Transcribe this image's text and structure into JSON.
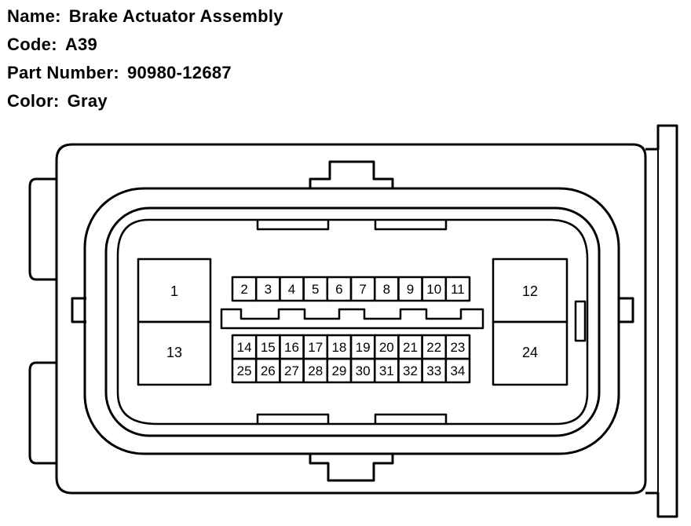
{
  "info": {
    "name_label": "Name:",
    "name_value": "Brake Actuator Assembly",
    "code_label": "Code:",
    "code_value": "A39",
    "part_label": "Part Number:",
    "part_value": "90980-12687",
    "color_label": "Color:",
    "color_value": "Gray"
  },
  "pins": {
    "large": [
      "1",
      "13",
      "12",
      "24"
    ],
    "top_row": [
      "2",
      "3",
      "4",
      "5",
      "6",
      "7",
      "8",
      "9",
      "10",
      "11"
    ],
    "middle_row": [
      "14",
      "15",
      "16",
      "17",
      "18",
      "19",
      "20",
      "21",
      "22",
      "23"
    ],
    "bottom_row": [
      "25",
      "26",
      "27",
      "28",
      "29",
      "30",
      "31",
      "32",
      "33",
      "34"
    ]
  },
  "colors": {
    "stroke": "#000000",
    "background": "#ffffff"
  }
}
